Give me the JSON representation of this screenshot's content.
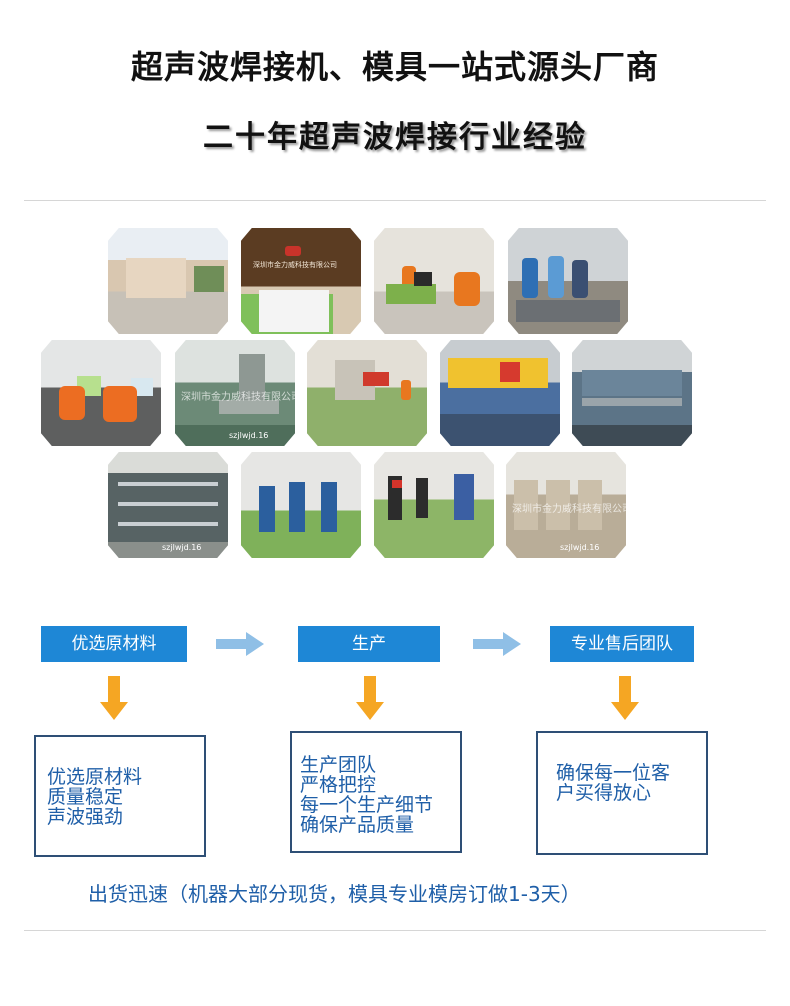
{
  "header": {
    "title": "超声波焊接机、模具一站式源头厂商",
    "subtitle": "二十年超声波焊接行业经验"
  },
  "gallery": {
    "watermark": "szjlwjd.16",
    "company_sign": "深圳市金力威科技有限公司",
    "photos": [
      {
        "name": "factory-building-photo"
      },
      {
        "name": "reception-desk-photo"
      },
      {
        "name": "office-workers-photo"
      },
      {
        "name": "workshop-meeting-photo"
      },
      {
        "name": "cad-engineers-photo"
      },
      {
        "name": "milling-machine-photo"
      },
      {
        "name": "production-floor-photo"
      },
      {
        "name": "band-saw-photo"
      },
      {
        "name": "lathe-photo"
      },
      {
        "name": "parts-storage-photo"
      },
      {
        "name": "ultrasonic-welders-photo"
      },
      {
        "name": "assembly-line-photo"
      },
      {
        "name": "finished-machines-photo"
      }
    ]
  },
  "flow": {
    "steps": [
      {
        "label": "优选原材料"
      },
      {
        "label": "生产"
      },
      {
        "label": "专业售后团队"
      }
    ],
    "details": [
      {
        "text": "优选原材料\n质量稳定\n声波强劲"
      },
      {
        "text": "生产团队\n严格把控\n每一个生产细节\n确保产品质量"
      },
      {
        "text": "确保每一位客\n户买得放心"
      }
    ],
    "footer": "出货迅速（机器大部分现货，模具专业模房订做1-3天）"
  },
  "colors": {
    "step_blue": "#1e87d6",
    "arrow_orange": "#f5a623",
    "arrow_light_blue": "#8fbfe6",
    "text_blue": "#1f5fa8",
    "box_border": "#2e4f76"
  }
}
